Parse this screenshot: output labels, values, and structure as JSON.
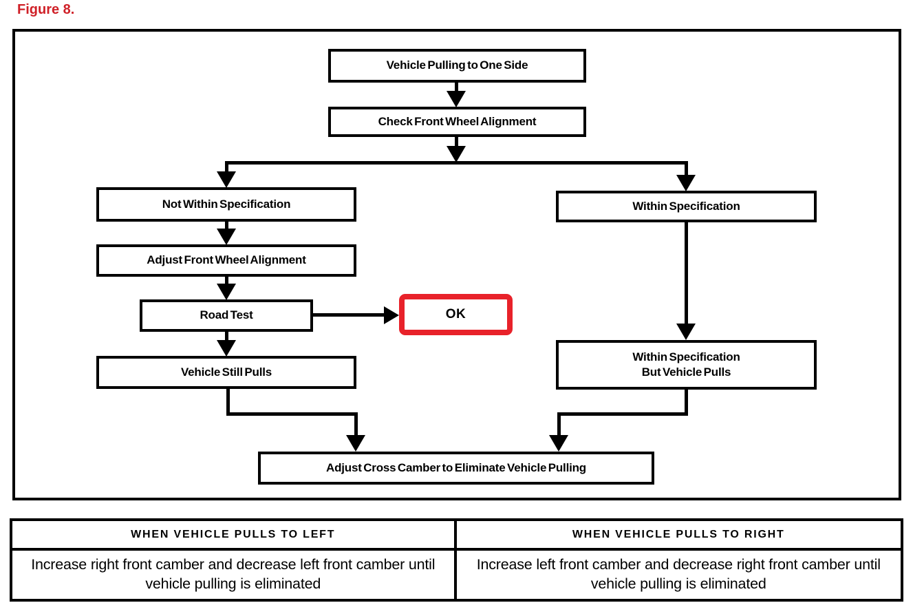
{
  "figure_label": "Figure 8.",
  "colors": {
    "figure_label_red": "#cf2027",
    "ok_border_red": "#e8222a",
    "line_black": "#000000"
  },
  "flowchart": {
    "nodes": {
      "start": "Vehicle Pulling to One Side",
      "check_alignment": "Check Front Wheel Alignment",
      "not_within_spec": "Not Within Specification",
      "adjust_alignment": "Adjust Front Wheel Alignment",
      "road_test": "Road Test",
      "ok": "OK",
      "vehicle_still_pulls": "Vehicle Still Pulls",
      "within_spec": "Within Specification",
      "within_spec_but_pulls": "Within Specification\nBut Vehicle Pulls",
      "adjust_cross_camber": "Adjust Cross Camber to Eliminate Vehicle Pulling"
    }
  },
  "table": {
    "headers": [
      "WHEN VEHICLE PULLS TO LEFT",
      "WHEN VEHICLE PULLS TO RIGHT"
    ],
    "cells": [
      "Increase right front camber and decrease left front camber until vehicle pulling is eliminated",
      "Increase left front camber and decrease right front camber until vehicle pulling is eliminated"
    ]
  }
}
